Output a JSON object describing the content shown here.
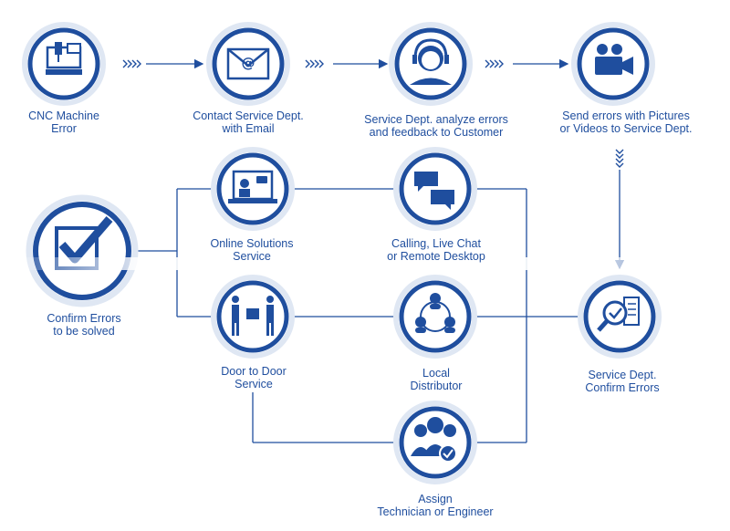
{
  "colors": {
    "primary": "#1f4e9e",
    "ring_light": "#dfe7f3",
    "connector": "#b7c4d6",
    "white": "#ffffff"
  },
  "nodes": {
    "cnc_machine": {
      "line1": "CNC Machine",
      "line2": "Error",
      "icon": "cnc-machine-icon"
    },
    "contact_service": {
      "line1": "Contact Service Dept.",
      "line2": "with Email",
      "icon": "email-icon"
    },
    "service_analyze": {
      "line1": "Service Dept. analyze errors",
      "line2": "and feedback to Customer",
      "icon": "headset-agent-icon"
    },
    "send_errors": {
      "line1": "Send errors with Pictures",
      "line2": "or Videos to Service Dept.",
      "icon": "video-camera-icon"
    },
    "online_solutions": {
      "line1": "Online Solutions",
      "line2": "Service",
      "icon": "online-support-icon"
    },
    "calling": {
      "line1": "Calling, Live Chat",
      "line2": "or Remote Desktop",
      "icon": "chat-bubbles-icon"
    },
    "confirm_solved": {
      "line1": "Confirm Errors",
      "line2": "to be solved",
      "icon": "checkmark-box-icon"
    },
    "door_to_door": {
      "line1": "Door to Door",
      "line2": "Service",
      "icon": "handover-icon"
    },
    "local_distributor": {
      "line1": "Local",
      "line2": "Distributor",
      "icon": "network-people-icon"
    },
    "confirm_errors": {
      "line1": "Service Dept.",
      "line2": "Confirm Errors",
      "icon": "magnifier-check-icon"
    },
    "assign_tech": {
      "line1": "Assign",
      "line2": "Technician or Engineer",
      "icon": "team-check-icon"
    }
  }
}
